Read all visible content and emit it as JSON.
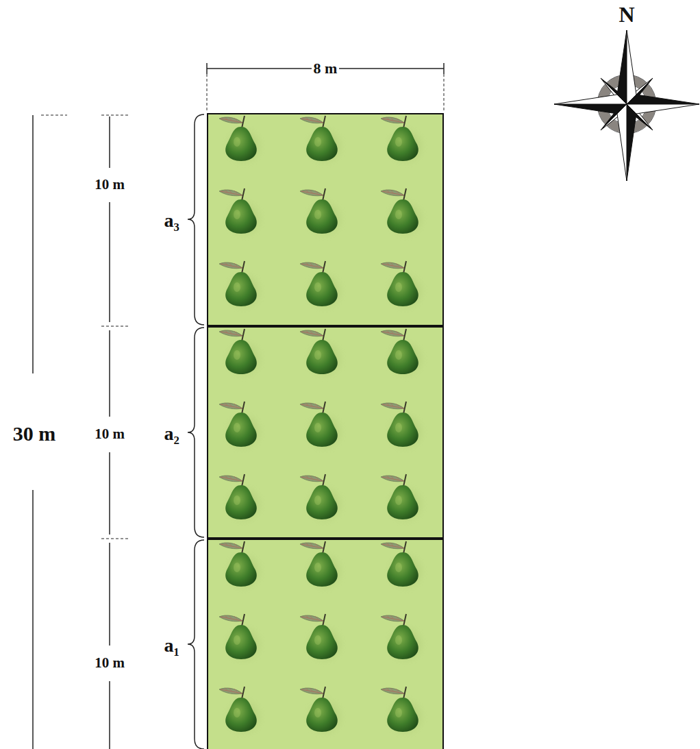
{
  "diagram": {
    "nodes": [
      {
        "text": [
          "a₃"
        ]
      },
      {
        "text": [
          "a₂"
        ]
      },
      {
        "text": [
          "a₁"
        ]
      }
    ],
    "labels": [
      "8 m",
      "30 m",
      "10 m",
      "10 m",
      "10 m",
      "N"
    ]
  }
}
